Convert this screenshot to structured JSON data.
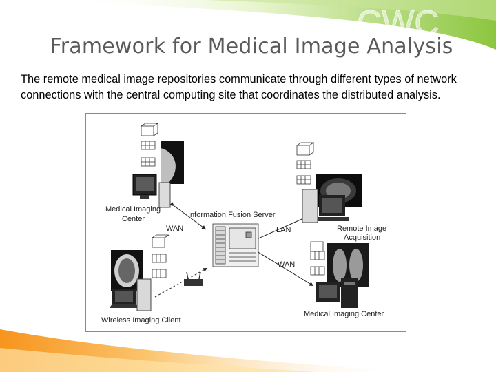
{
  "slide": {
    "title": "Framework for Medical Image Analysis",
    "description": "The remote medical image repositories communicate through different types of network connections with the central computing site that coordinates the distributed analysis.",
    "watermark": "CWC"
  },
  "diagram": {
    "labels": {
      "medical_imaging_center_1_line1": "Medical Imaging",
      "medical_imaging_center_1_line2": "Center",
      "information_fusion_server": "Information Fusion Server",
      "wan_left": "WAN",
      "lan": "LAN",
      "remote_acquisition_line1": "Remote Image",
      "remote_acquisition_line2": "Acquisition",
      "wan_right": "WAN",
      "wireless_imaging_client": "Wireless Imaging Client",
      "medical_imaging_center_2": "Medical Imaging Center"
    }
  },
  "colors": {
    "title": "#5a5a5a",
    "swoosh_green": "#8cc63f",
    "swoosh_orange": "#f7941d",
    "figure_border": "#8a8a8a"
  }
}
